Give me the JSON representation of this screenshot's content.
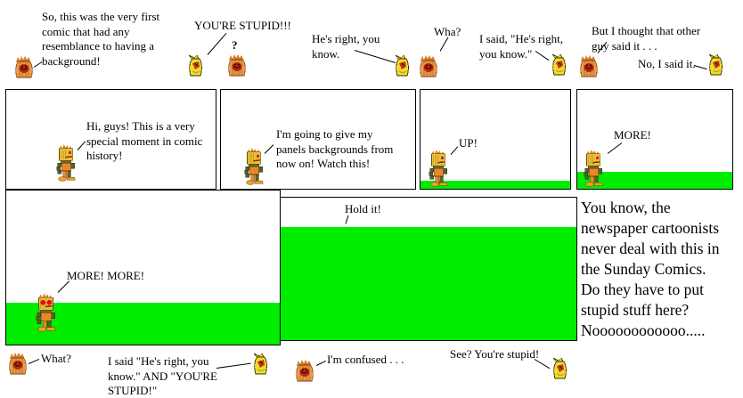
{
  "meta": {
    "description": "hand-drawn pixel webcomic page, six panels with gutter dialogue"
  },
  "colors": {
    "background": "#FFFFFF",
    "panel_border": "#000000",
    "ground_green": "#00ED00",
    "text": "#000000",
    "orange_creature_body": "#E89B4A",
    "yellow_creature_body": "#EFDC2C",
    "robot_torso": "#E8882B"
  },
  "icons": {
    "orange_creature": "orange-monster-icon",
    "yellow_creature": "yellow-monster-icon",
    "robot": "robot-character-icon",
    "robot_angry": "angry-robot-character-icon"
  },
  "top_strip": {
    "first_comic": "So, this was the very first\ncomic that had any\nresemblance to having a\nbackground!",
    "youre_stupid": "YOU'RE STUPID!!!",
    "question_mark": "?",
    "hes_right": "He's right, you\nknow.",
    "wha": "Wha?",
    "i_said_hes_right": "I said, \"He's right,\nyou know.\"",
    "but_i_thought": "But I thought that other\nguy said it . . .",
    "no_i_said_it": "No, I said it."
  },
  "panels": {
    "p1": {
      "speech": "Hi, guys! This is a very\nspecial moment in comic\nhistory!"
    },
    "p2": {
      "speech": "I'm going to give my\npanels backgrounds from\nnow on! Watch this!"
    },
    "p3": {
      "speech": "UP!"
    },
    "p4": {
      "speech": "MORE!"
    },
    "p5": {
      "speech": "MORE! MORE!"
    },
    "p6": {
      "speech": "Hold it!"
    }
  },
  "aside": {
    "narration": "You know, the\nnewspaper cartoonists\nnever deal with this in\nthe Sunday Comics.\nDo they have to put\nstupid stuff here?\nNoooooooooooo....."
  },
  "bottom_strip": {
    "what": "What?",
    "i_said_and": "I said \"He's right, you\nknow.\" AND \"YOU'RE\nSTUPID!\"",
    "im_confused": "I'm confused . . .",
    "see_youre_stupid": "See? You're stupid!"
  }
}
